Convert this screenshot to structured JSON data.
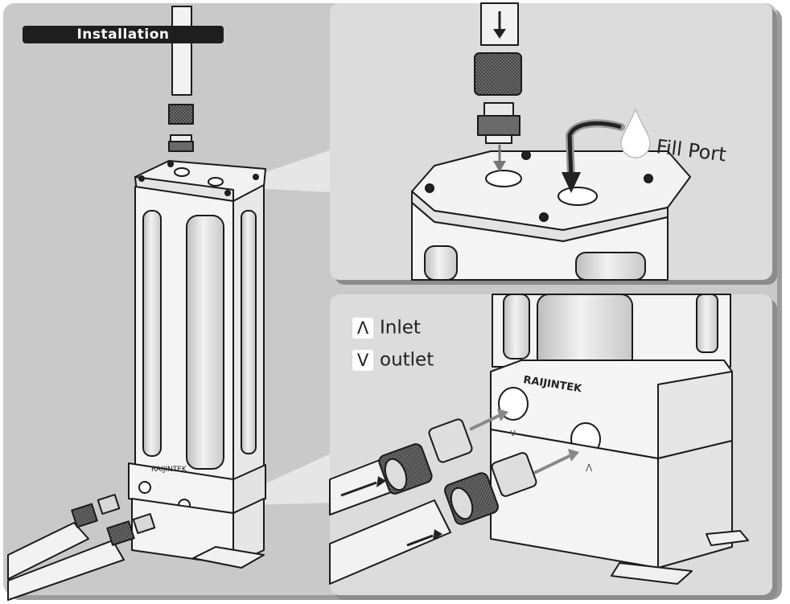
{
  "title": "Installation",
  "labels": {
    "fill_port": "Fill Port",
    "inlet_symbol": "Λ",
    "inlet": "Inlet",
    "outlet_symbol": "V",
    "outlet": "outlet",
    "brand": "RAIJINTEK",
    "port_mark_outlet": "v",
    "port_mark_inlet": "Λ"
  },
  "colors": {
    "panel_bg": "#c9c9c9",
    "panel_inset": "#dcdcdc",
    "outline": "#1a1a1a",
    "metal": "#f4f4f4",
    "badge": "#1e1e1e"
  },
  "icons": [
    "water-drop-icon",
    "arrow-down-icon",
    "arrow-right-icon"
  ]
}
